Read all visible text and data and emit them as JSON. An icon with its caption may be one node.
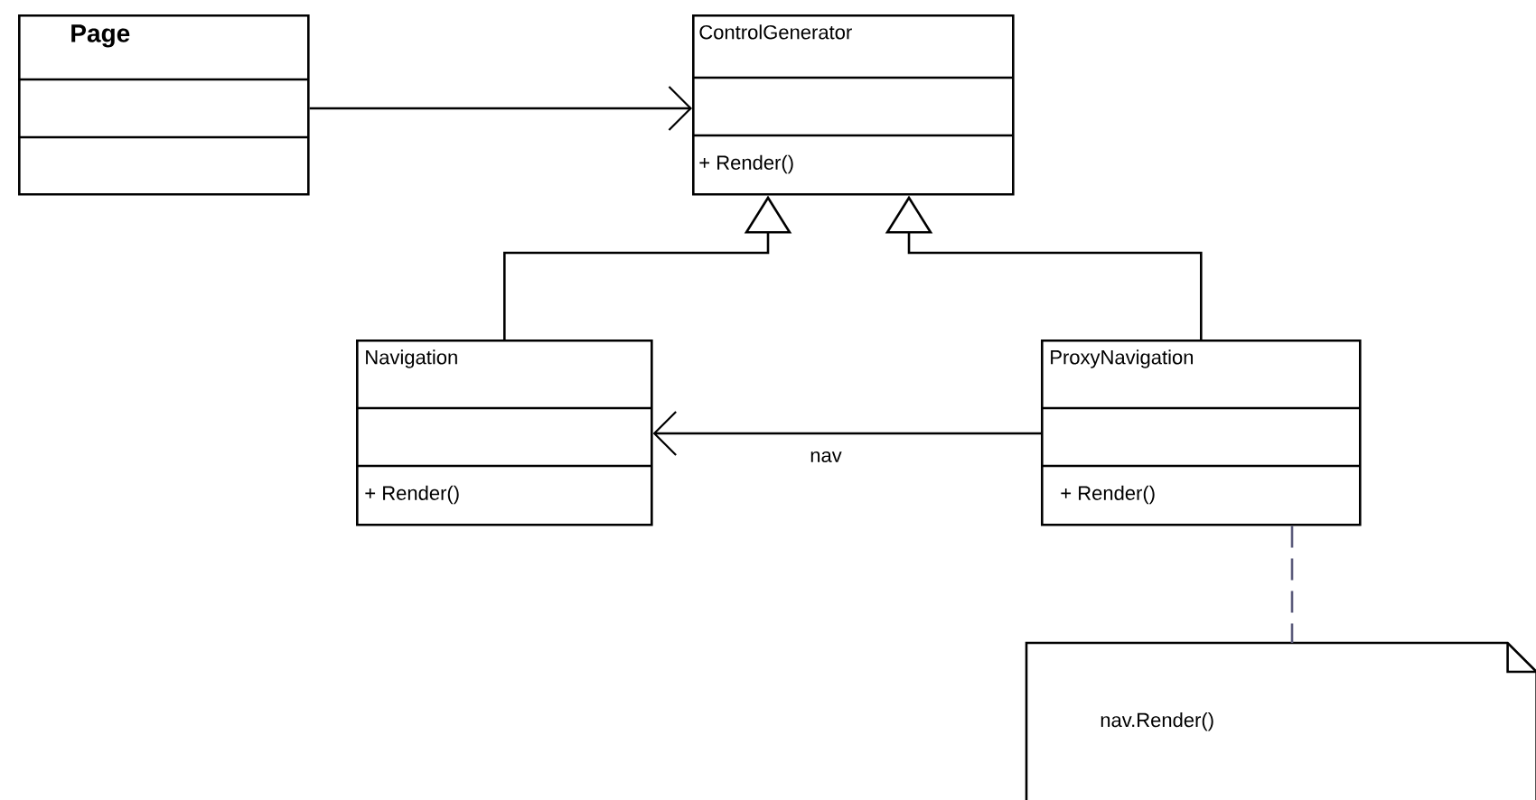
{
  "diagram": {
    "nodes": [
      {
        "text": [
          "Page"
        ]
      },
      {
        "text": [
          "ControlGenerator",
          "+ Render()"
        ]
      },
      {
        "text": [
          "Navigation",
          "+ Render()"
        ]
      },
      {
        "text": [
          "ProxyNavigation",
          "+ Render()"
        ]
      },
      {
        "text": [
          "nav.Render()"
        ]
      }
    ],
    "edges": [
      {
        "from": 0,
        "to": 1,
        "arrow": "to"
      },
      {
        "from": 2,
        "to": 1,
        "arrow": "to"
      },
      {
        "from": 3,
        "to": 1,
        "arrow": "to"
      },
      {
        "from": 3,
        "to": 2,
        "arrow": "to",
        "label": "nav"
      },
      {
        "from": 3,
        "to": 4,
        "arrow": "none",
        "style": "dashed",
        "color": "#5b5b7b"
      }
    ]
  }
}
